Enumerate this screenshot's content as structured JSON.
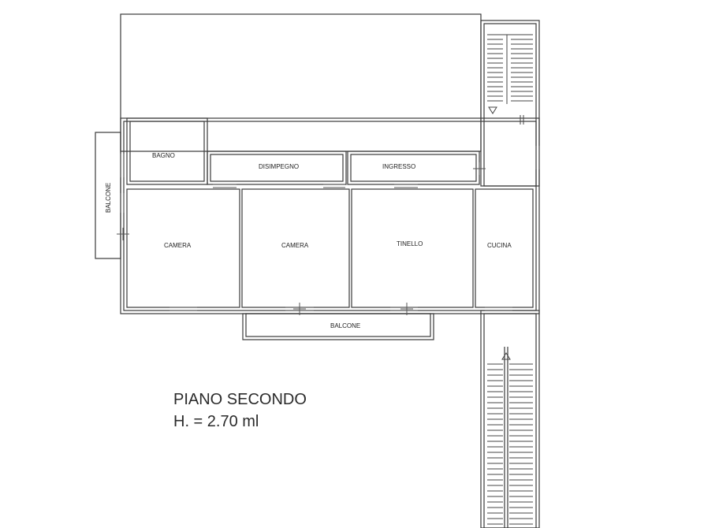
{
  "rooms": {
    "bagno": "BAGNO",
    "disimpegno": "DISIMPEGNO",
    "ingresso": "INGRESSO",
    "camera_1": "CAMERA",
    "camera_2": "CAMERA",
    "tinello": "TINELLO",
    "cucina": "CUCINA",
    "balcone_left": "BALCONE",
    "balcone_bottom": "BALCONE"
  },
  "title": {
    "floor": "PIANO SECONDO",
    "height": "H. = 2.70 ml"
  }
}
